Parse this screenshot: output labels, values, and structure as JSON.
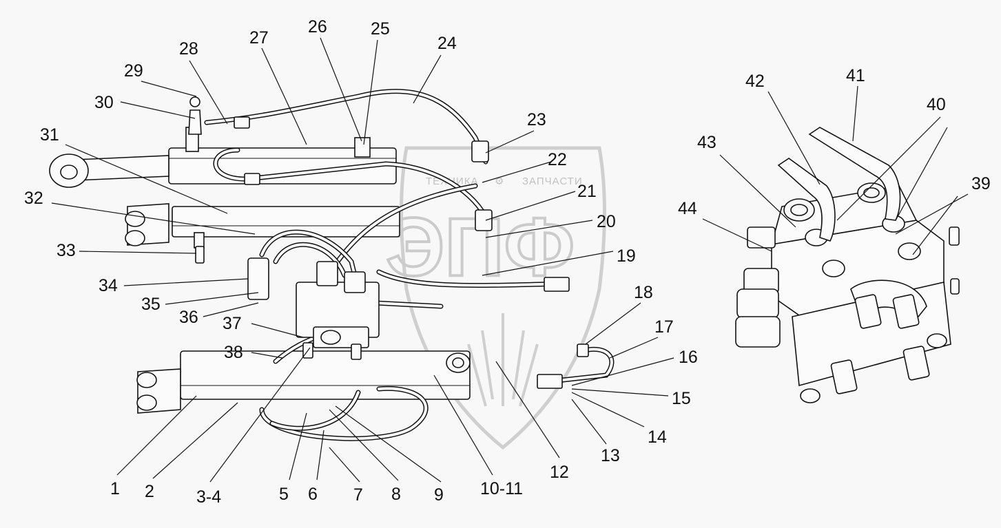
{
  "watermark": {
    "left_word": "ТЕХНИКА",
    "right_word": "ЗАПЧАСТИ",
    "logo_letters": "ЭПФ"
  },
  "callouts": [
    {
      "id": "c1",
      "text": "1"
    },
    {
      "id": "c2",
      "text": "2"
    },
    {
      "id": "c3",
      "text": "3-4"
    },
    {
      "id": "c5",
      "text": "5"
    },
    {
      "id": "c6",
      "text": "6"
    },
    {
      "id": "c7",
      "text": "7"
    },
    {
      "id": "c8",
      "text": "8"
    },
    {
      "id": "c9",
      "text": "9"
    },
    {
      "id": "c10",
      "text": "10-11"
    },
    {
      "id": "c12",
      "text": "12"
    },
    {
      "id": "c13",
      "text": "13"
    },
    {
      "id": "c14",
      "text": "14"
    },
    {
      "id": "c15",
      "text": "15"
    },
    {
      "id": "c16",
      "text": "16"
    },
    {
      "id": "c17",
      "text": "17"
    },
    {
      "id": "c18",
      "text": "18"
    },
    {
      "id": "c19",
      "text": "19"
    },
    {
      "id": "c20",
      "text": "20"
    },
    {
      "id": "c21",
      "text": "21"
    },
    {
      "id": "c22",
      "text": "22"
    },
    {
      "id": "c23",
      "text": "23"
    },
    {
      "id": "c24",
      "text": "24"
    },
    {
      "id": "c25",
      "text": "25"
    },
    {
      "id": "c26",
      "text": "26"
    },
    {
      "id": "c27",
      "text": "27"
    },
    {
      "id": "c28",
      "text": "28"
    },
    {
      "id": "c29",
      "text": "29"
    },
    {
      "id": "c30",
      "text": "30"
    },
    {
      "id": "c31",
      "text": "31"
    },
    {
      "id": "c32",
      "text": "32"
    },
    {
      "id": "c33",
      "text": "33"
    },
    {
      "id": "c34",
      "text": "34"
    },
    {
      "id": "c35",
      "text": "35"
    },
    {
      "id": "c36",
      "text": "36"
    },
    {
      "id": "c37",
      "text": "37"
    },
    {
      "id": "c38",
      "text": "38"
    },
    {
      "id": "c39",
      "text": "39"
    },
    {
      "id": "c40",
      "text": "40"
    },
    {
      "id": "c41",
      "text": "41"
    },
    {
      "id": "c42",
      "text": "42"
    },
    {
      "id": "c43",
      "text": "43"
    },
    {
      "id": "c44",
      "text": "44"
    }
  ]
}
